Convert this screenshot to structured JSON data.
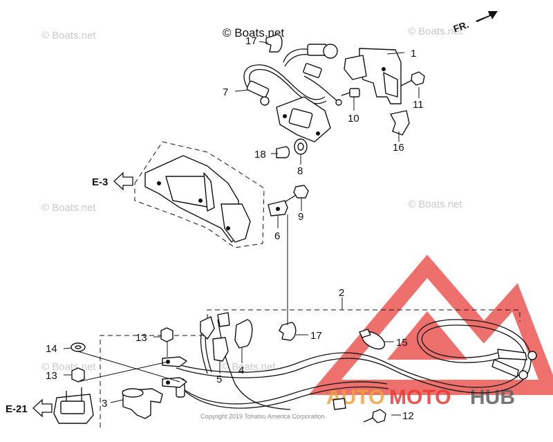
{
  "watermarks": {
    "site": "© Boats.net",
    "site_main": "© Boats.net"
  },
  "direction": {
    "label": "FR."
  },
  "refs": {
    "e3": "E-3",
    "e21": "E-21"
  },
  "callouts": {
    "c1": "1",
    "c2": "2",
    "c3": "3",
    "c4": "4",
    "c5": "5",
    "c6": "6",
    "c7": "7",
    "c8": "8",
    "c9": "9",
    "c10": "10",
    "c11": "11",
    "c12": "12",
    "c13a": "13",
    "c13b": "13",
    "c14": "14",
    "c15": "15",
    "c16": "16",
    "c17a": "17",
    "c17b": "17",
    "c18": "18"
  },
  "copyright": "Copyright 2019 Tohatsu America Corporation",
  "brand": {
    "part1": "AUTO",
    "part2": "MOTO",
    "part3": "HUB"
  },
  "colors": {
    "brand_red": "#e83a35",
    "brand_orange": "#f0a23a",
    "brand_dark": "#5f5f5f",
    "watermark": "#c9c9c9"
  }
}
